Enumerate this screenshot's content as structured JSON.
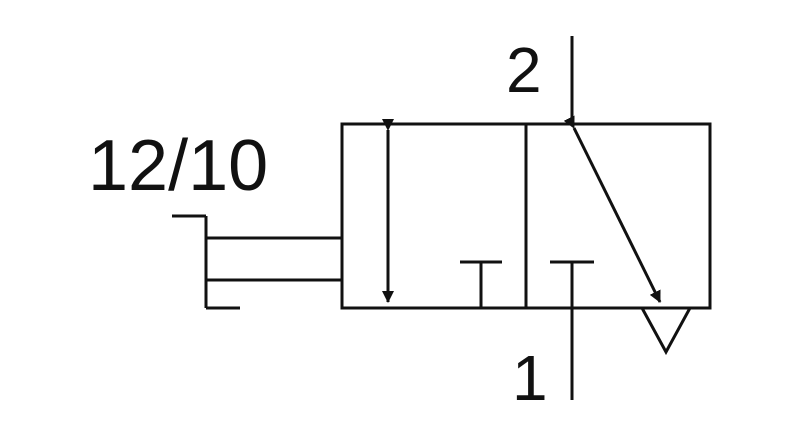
{
  "diagram": {
    "labels": {
      "port_pilot": "12/10",
      "port_outlet": "2",
      "port_inlet": "1"
    },
    "colors": {
      "stroke": "#111111",
      "background": "#ffffff"
    }
  }
}
